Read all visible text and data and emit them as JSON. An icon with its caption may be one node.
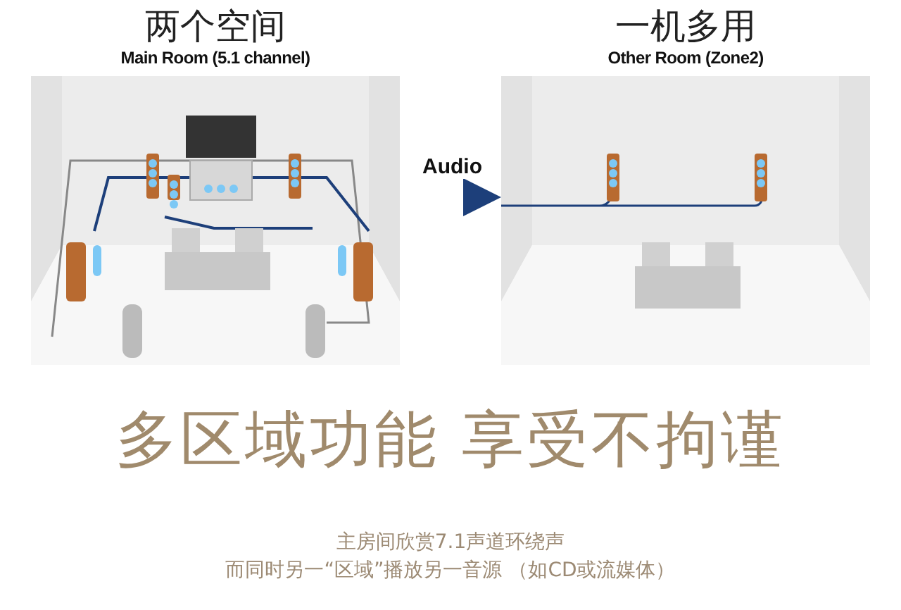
{
  "diagram": {
    "nodes": [
      {
        "text": [
          "两个空间",
          "Main Room (5.1 channel)"
        ]
      },
      {
        "text": [
          "一机多用",
          "Other Room (Zone2)"
        ]
      }
    ],
    "edges": [
      {
        "from": 0,
        "to": 1,
        "arrow": "to",
        "label": "Audio"
      }
    ],
    "labels": [
      "多区域功能 享受不拘谨",
      "主房间欣赏7.1声道环绕声",
      "而同时另一“区域”播放另一音源 （如CD或流媒体）"
    ]
  }
}
